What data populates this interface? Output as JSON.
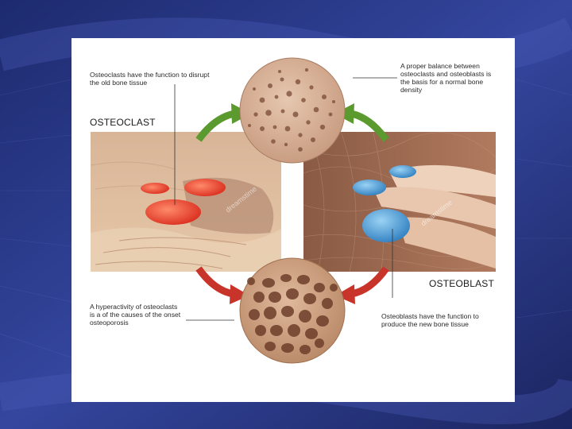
{
  "labels": {
    "osteoclast_title": "OSTEOCLAST",
    "osteoblast_title": "OSTEOBLAST",
    "osteoclast_function": "Osteoclasts have the function to disrupt the old bone tissue",
    "balance": "A proper balance between osteoclasts and osteoblasts is the basis for a normal bone density",
    "hyperactivity": "A hyperactivity of osteoclasts is a of the causes of the onset osteoporosis",
    "osteoblast_function": "Osteoblasts have the function to produce the new bone tissue"
  },
  "watermark": "dreamstime",
  "colors": {
    "background": "#2a3a8c",
    "green_arrow": "#5b9a2e",
    "red_arrow": "#c8342a",
    "osteoclast": "#e83a2a",
    "osteoblast": "#4aa0d8",
    "bone": "#d8b49a"
  }
}
